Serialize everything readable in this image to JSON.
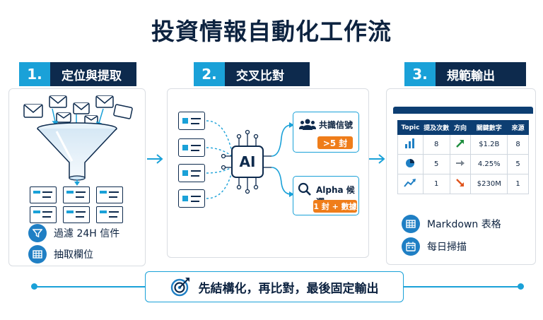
{
  "title": "投資情報自動化工作流",
  "steps": [
    {
      "num": "1.",
      "label": "定位與提取"
    },
    {
      "num": "2.",
      "label": "交叉比對"
    },
    {
      "num": "3.",
      "label": "規範輸出"
    }
  ],
  "step1": {
    "features": [
      {
        "icon": "filter-icon",
        "text": "過濾 24H 信件"
      },
      {
        "icon": "table-icon",
        "text": "抽取欄位"
      }
    ]
  },
  "step2": {
    "ai_label": "AI",
    "outputs": [
      {
        "icon": "people-icon",
        "title": "共識信號",
        "badge": ">5 封"
      },
      {
        "icon": "magnifier-icon",
        "title": "Alpha 候選",
        "badge": "1 封 + 數據"
      }
    ]
  },
  "step3": {
    "table": {
      "headers": [
        "Topic",
        "提及次數",
        "方向",
        "關鍵數字",
        "來源"
      ],
      "rows": [
        {
          "topic_icon": "bar-chart-icon",
          "count": "8",
          "direction_icon": "arrow-up-right-icon",
          "key": "$1.2B",
          "source": "8"
        },
        {
          "topic_icon": "pie-chart-icon",
          "count": "5",
          "direction_icon": "arrow-right-icon",
          "key": "4.25%",
          "source": "5"
        },
        {
          "topic_icon": "line-chart-icon",
          "count": "1",
          "direction_icon": "arrow-down-right-icon",
          "key": "$230M",
          "source": "1"
        }
      ]
    },
    "features": [
      {
        "icon": "table-icon",
        "text": "Markdown 表格"
      },
      {
        "icon": "calendar-icon",
        "text": "每日掃描"
      }
    ]
  },
  "summary": {
    "icon": "target-icon",
    "text": "先結構化，再比對，最後固定輸出"
  },
  "colors": {
    "navy": "#0d2a4d",
    "accent": "#1aa1d8",
    "orange": "#ef7d1a",
    "green": "#1e8e3e",
    "red": "#e0541c"
  }
}
